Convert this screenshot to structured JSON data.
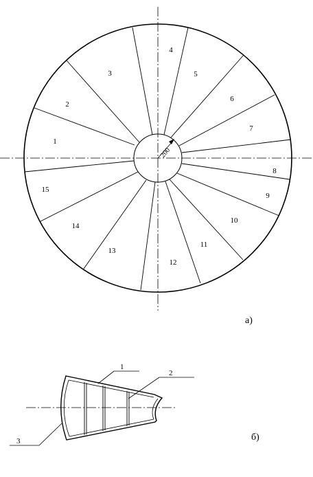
{
  "figure_a": {
    "caption": "а)",
    "dimension_label": "200",
    "sectors": [
      "1",
      "2",
      "3",
      "4",
      "5",
      "6",
      "7",
      "8",
      "9",
      "10",
      "11",
      "12",
      "13",
      "14",
      "15"
    ]
  },
  "figure_b": {
    "caption": "б)",
    "callouts": [
      "1",
      "2",
      "3"
    ]
  }
}
